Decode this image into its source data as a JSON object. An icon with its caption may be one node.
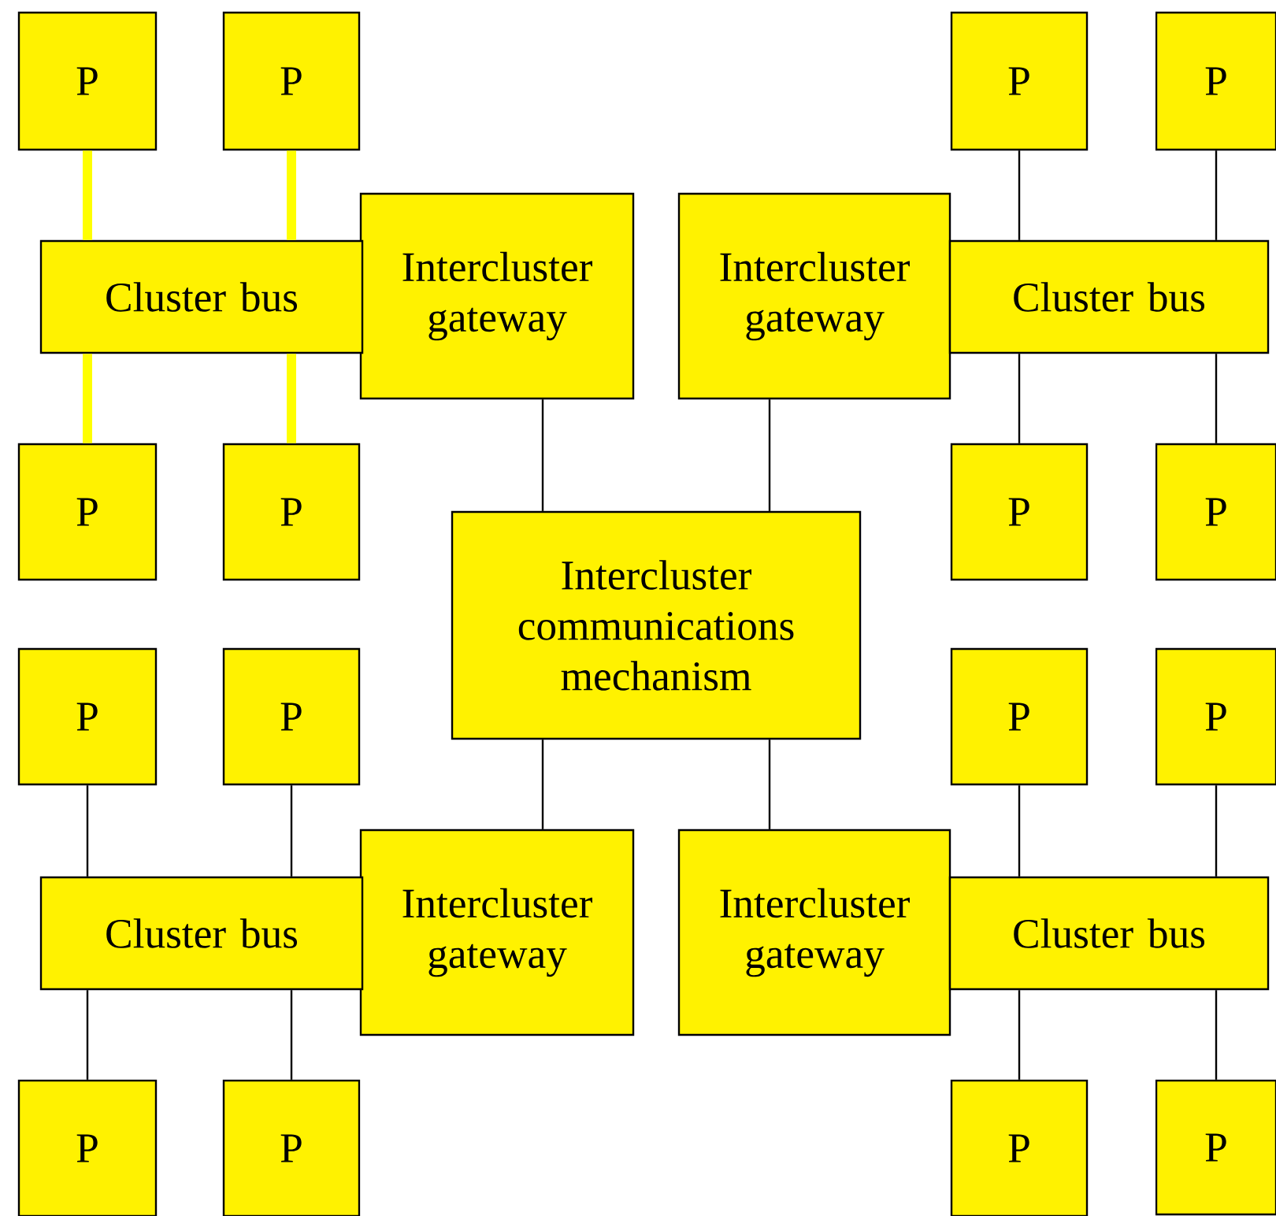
{
  "diagram": {
    "nodes": [
      {
        "text": [
          "P"
        ]
      },
      {
        "text": [
          "P"
        ]
      },
      {
        "text": [
          "P"
        ]
      },
      {
        "text": [
          "P"
        ]
      },
      {
        "text": [
          "Cluster bus"
        ]
      },
      {
        "text": [
          "Intercluster gateway"
        ]
      },
      {
        "text": [
          "Intercluster gateway"
        ]
      },
      {
        "text": [
          "Cluster bus"
        ]
      },
      {
        "text": [
          "P"
        ]
      },
      {
        "text": [
          "P"
        ]
      },
      {
        "text": [
          "P"
        ]
      },
      {
        "text": [
          "P"
        ]
      },
      {
        "text": [
          "Intercluster communications mechanism"
        ]
      },
      {
        "text": [
          "P"
        ]
      },
      {
        "text": [
          "P"
        ]
      },
      {
        "text": [
          "P"
        ]
      },
      {
        "text": [
          "P"
        ]
      },
      {
        "text": [
          "Cluster bus"
        ]
      },
      {
        "text": [
          "Intercluster gateway"
        ]
      },
      {
        "text": [
          "Intercluster gateway"
        ]
      },
      {
        "text": [
          "Cluster bus"
        ]
      },
      {
        "text": [
          "P"
        ]
      },
      {
        "text": [
          "P"
        ]
      },
      {
        "text": [
          "P"
        ]
      },
      {
        "text": [
          "P"
        ]
      }
    ],
    "edges": [
      {
        "from": 0,
        "to": 4,
        "arrow": "none",
        "style": "thick",
        "color": "#ffff00"
      },
      {
        "from": 1,
        "to": 4,
        "arrow": "none",
        "style": "thick",
        "color": "#ffff00"
      },
      {
        "from": 2,
        "to": 7,
        "arrow": "none"
      },
      {
        "from": 3,
        "to": 7,
        "arrow": "none"
      },
      {
        "from": 4,
        "to": 8,
        "arrow": "none",
        "style": "thick",
        "color": "#ffff00"
      },
      {
        "from": 4,
        "to": 9,
        "arrow": "none",
        "style": "thick",
        "color": "#ffff00"
      },
      {
        "from": 5,
        "to": 12,
        "arrow": "none"
      },
      {
        "from": 6,
        "to": 12,
        "arrow": "none"
      },
      {
        "from": 7,
        "to": 10,
        "arrow": "none"
      },
      {
        "from": 7,
        "to": 11,
        "arrow": "none"
      },
      {
        "from": 13,
        "to": 17,
        "arrow": "none"
      },
      {
        "from": 14,
        "to": 17,
        "arrow": "none"
      },
      {
        "from": 15,
        "to": 20,
        "arrow": "none"
      },
      {
        "from": 16,
        "to": 20,
        "arrow": "none"
      },
      {
        "from": 12,
        "to": 18,
        "arrow": "none"
      },
      {
        "from": 12,
        "to": 19,
        "arrow": "none"
      },
      {
        "from": 17,
        "to": 21,
        "arrow": "none"
      },
      {
        "from": 17,
        "to": 22,
        "arrow": "none"
      },
      {
        "from": 20,
        "to": 23,
        "arrow": "none"
      },
      {
        "from": 20,
        "to": 24,
        "arrow": "none"
      }
    ]
  }
}
